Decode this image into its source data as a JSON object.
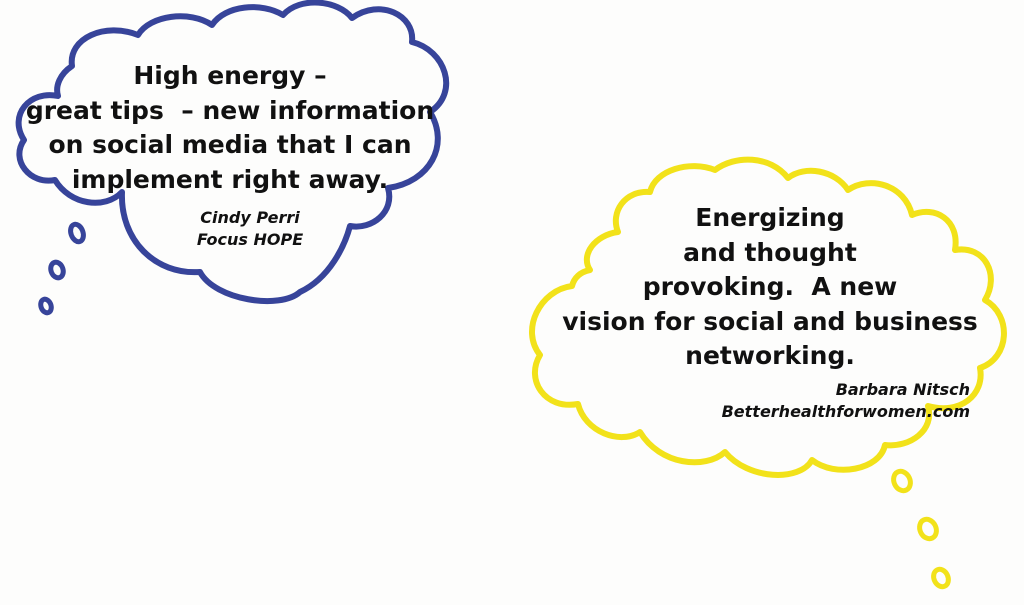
{
  "colors": {
    "background": "#fdfdfc",
    "cloud_blue": "#37449a",
    "cloud_yellow": "#f2e21a",
    "text": "#111111"
  },
  "testimonials": [
    {
      "quote_lines": [
        "High energy –",
        "great tips  – new information",
        "on social media that I can",
        "implement right away."
      ],
      "author": "Cindy Perri",
      "organization": "Focus HOPE"
    },
    {
      "quote_lines": [
        "Energizing",
        "and thought",
        "provoking.  A new",
        "vision for social and business",
        "networking."
      ],
      "author": "Barbara Nitsch",
      "organization": "Betterhealthforwomen.com"
    }
  ]
}
